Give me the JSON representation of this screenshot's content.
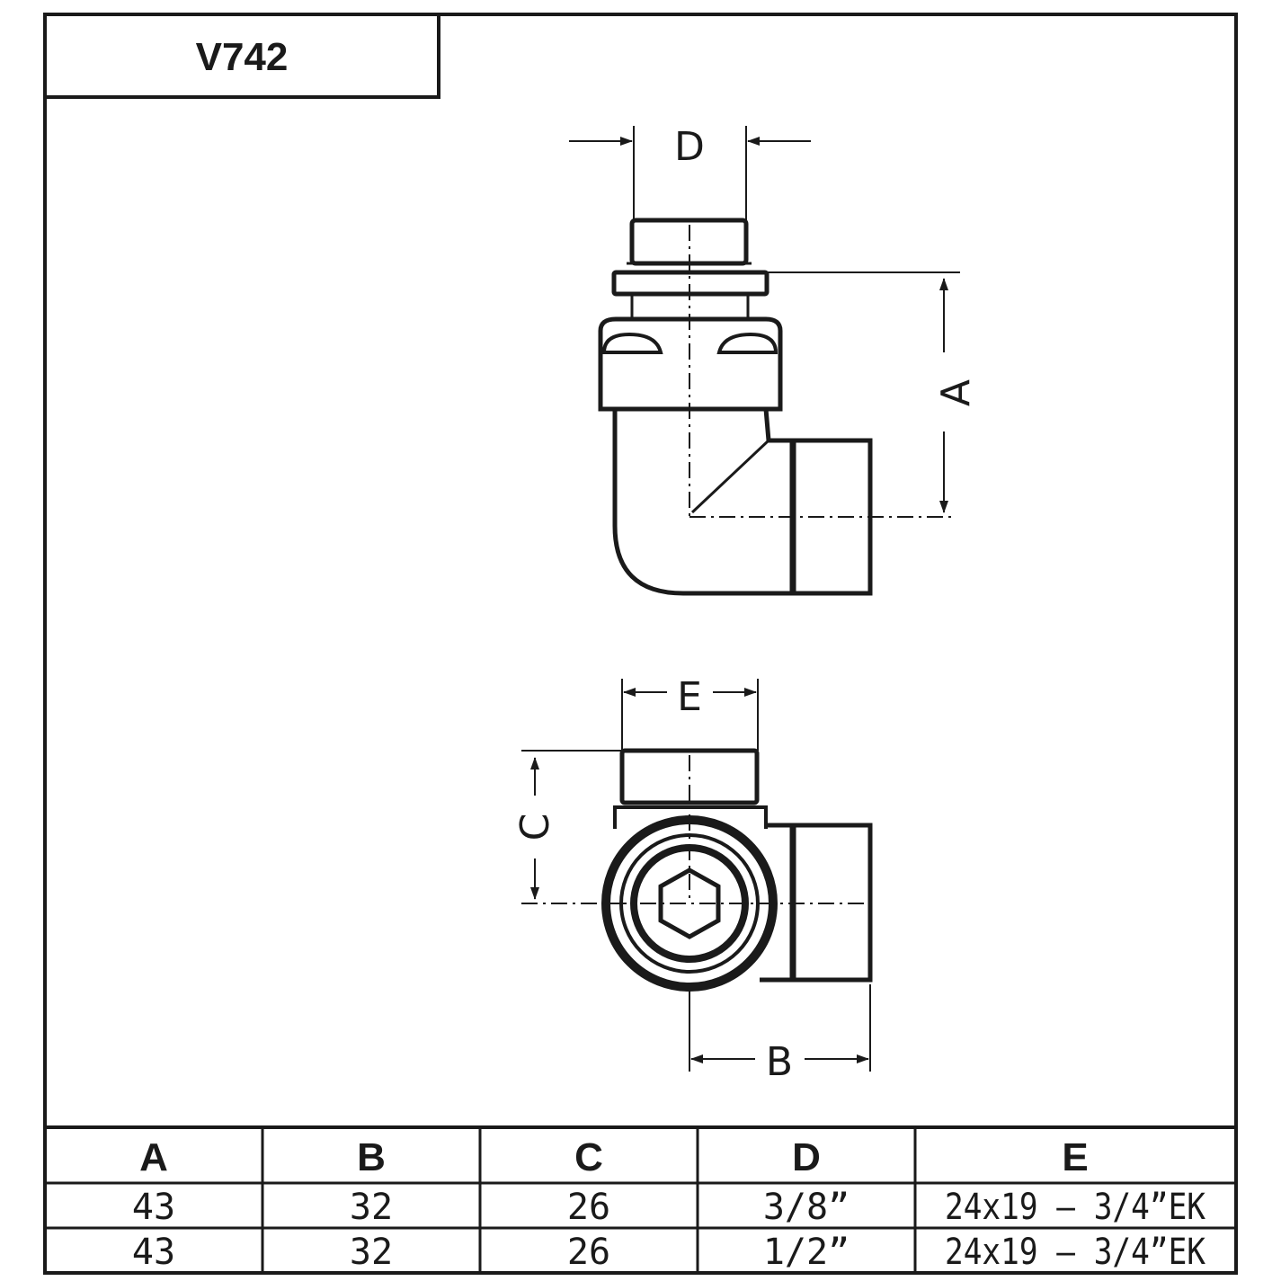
{
  "title": "V742",
  "dimension_labels": {
    "A": "A",
    "B": "B",
    "C": "C",
    "D": "D",
    "E": "E"
  },
  "table": {
    "headers": [
      "A",
      "B",
      "C",
      "D",
      "E"
    ],
    "rows": [
      [
        "43",
        "32",
        "26",
        "3/8”",
        "24x19 – 3/4”EK"
      ],
      [
        "43",
        "32",
        "26",
        "1/2”",
        "24x19 – 3/4”EK"
      ]
    ]
  },
  "colors": {
    "ink": "#1a1a1a",
    "background": "#ffffff"
  }
}
